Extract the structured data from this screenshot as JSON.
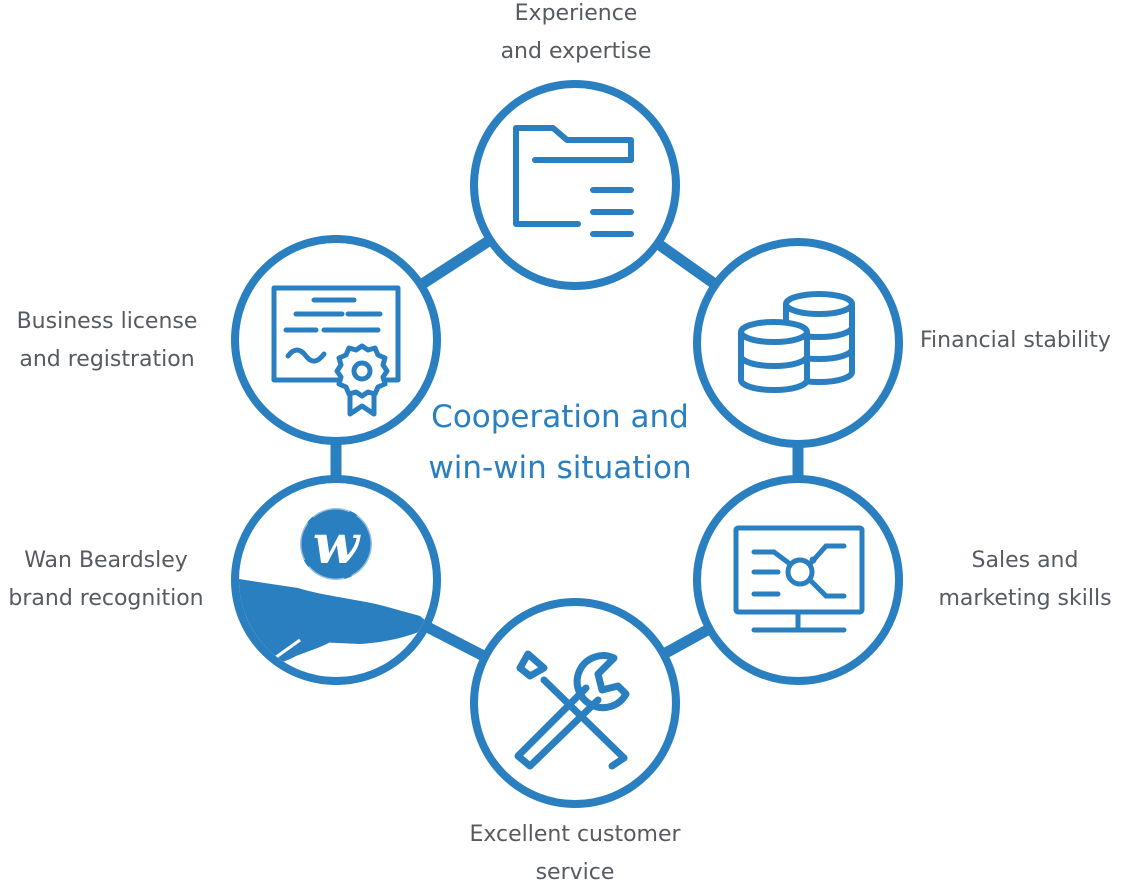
{
  "colors": {
    "accent": "#2a7fc0",
    "label_text": "#555b61",
    "background": "#ffffff"
  },
  "center": {
    "line1": "Cooperation and",
    "line2": "win-win situation"
  },
  "nodes": [
    {
      "id": "experience",
      "icon": "folder-document-icon",
      "label_lines": [
        "Experience",
        "and expertise"
      ]
    },
    {
      "id": "financial",
      "icon": "coin-stacks-icon",
      "label_lines": [
        "Financial stability"
      ]
    },
    {
      "id": "sales",
      "icon": "monitor-analytics-icon",
      "label_lines": [
        "Sales and",
        "marketing skills"
      ]
    },
    {
      "id": "service",
      "icon": "wrench-screwdriver-icon",
      "label_lines": [
        "Excellent customer",
        "service"
      ]
    },
    {
      "id": "brand",
      "icon": "hand-logo-icon",
      "label_lines": [
        "Wan Beardsley",
        "brand recognition"
      ]
    },
    {
      "id": "license",
      "icon": "certificate-icon",
      "label_lines": [
        "Business license",
        "and registration"
      ]
    }
  ]
}
